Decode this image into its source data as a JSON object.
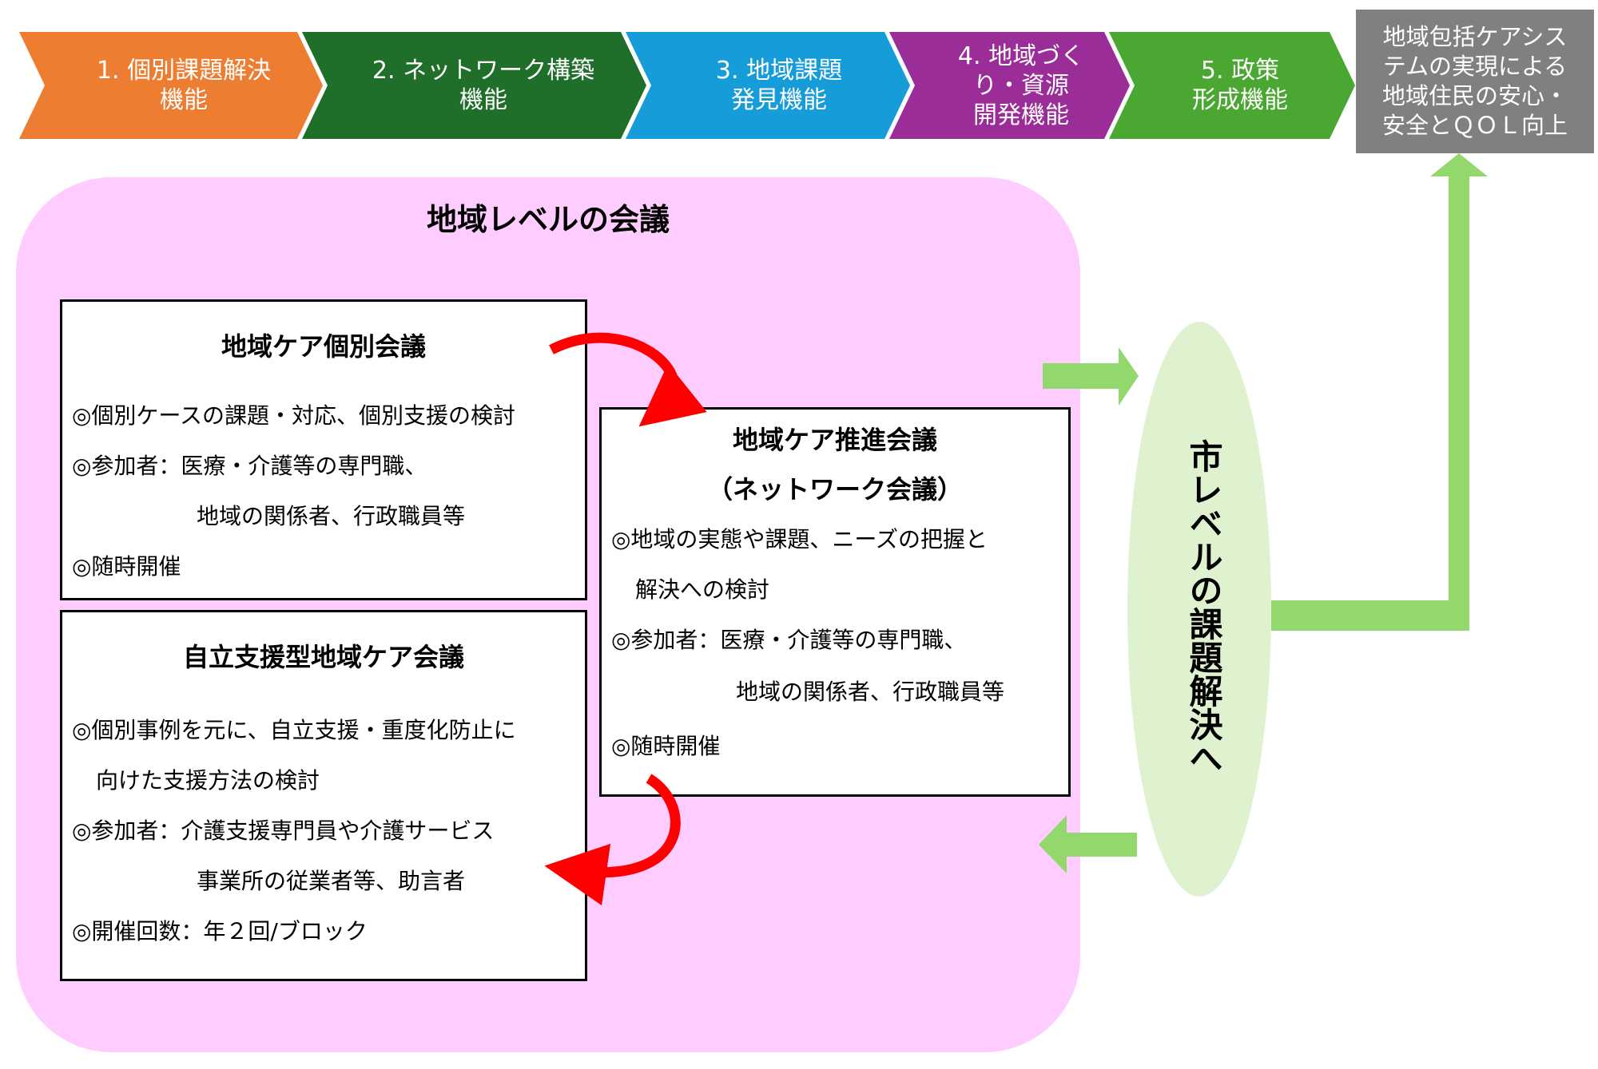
{
  "colors": {
    "step1": "#ed7d31",
    "step2": "#1f6e2a",
    "step3": "#169cd8",
    "step4": "#9b2d98",
    "step5": "#4aa832",
    "goal": "#808080",
    "panel": "#ffccff",
    "city_ellipse": "#dff2d0",
    "green_arrow": "#92d86d",
    "red_arrow": "#ff0000"
  },
  "steps": [
    {
      "label": "1. 個別課題解決\n機能"
    },
    {
      "label": "2. ネットワーク構築\n機能"
    },
    {
      "label": "3. 地域課題\n発見機能"
    },
    {
      "label": "4. 地域づく\nり・資源\n開発機能"
    },
    {
      "label": "5. 政策\n形成機能"
    }
  ],
  "goal": {
    "text": "地域包括ケアシス\nテムの実現による\n地域住民の安心・\n安全とＱＯＬ向上"
  },
  "regional": {
    "title": "地域レベルの会議"
  },
  "individual_meeting": {
    "title": "地域ケア個別会議",
    "lines": [
      "◎個別ケースの課題・対応、個別支援の検討",
      "◎参加者：医療・介護等の専門職、",
      "地域の関係者、行政職員等",
      "◎随時開催"
    ]
  },
  "independence_meeting": {
    "title": "自立支援型地域ケア会議",
    "lines": [
      "◎個別事例を元に、自立支援・重度化防止に",
      "向けた支援方法の検討",
      "◎参加者：介護支援専門員や介護サービス",
      "事業所の従業者等、助言者",
      "◎開催回数：年２回/ブロック"
    ]
  },
  "promotion_meeting": {
    "title": "地域ケア推進会議",
    "subtitle": "（ネットワーク会議）",
    "lines": [
      "◎地域の実態や課題、ニーズの把握と",
      "解決への検討",
      "◎参加者：医療・介護等の専門職、",
      "地域の関係者、行政職員等",
      "◎随時開催"
    ]
  },
  "city": {
    "label": "市レベルの課題解決へ"
  }
}
